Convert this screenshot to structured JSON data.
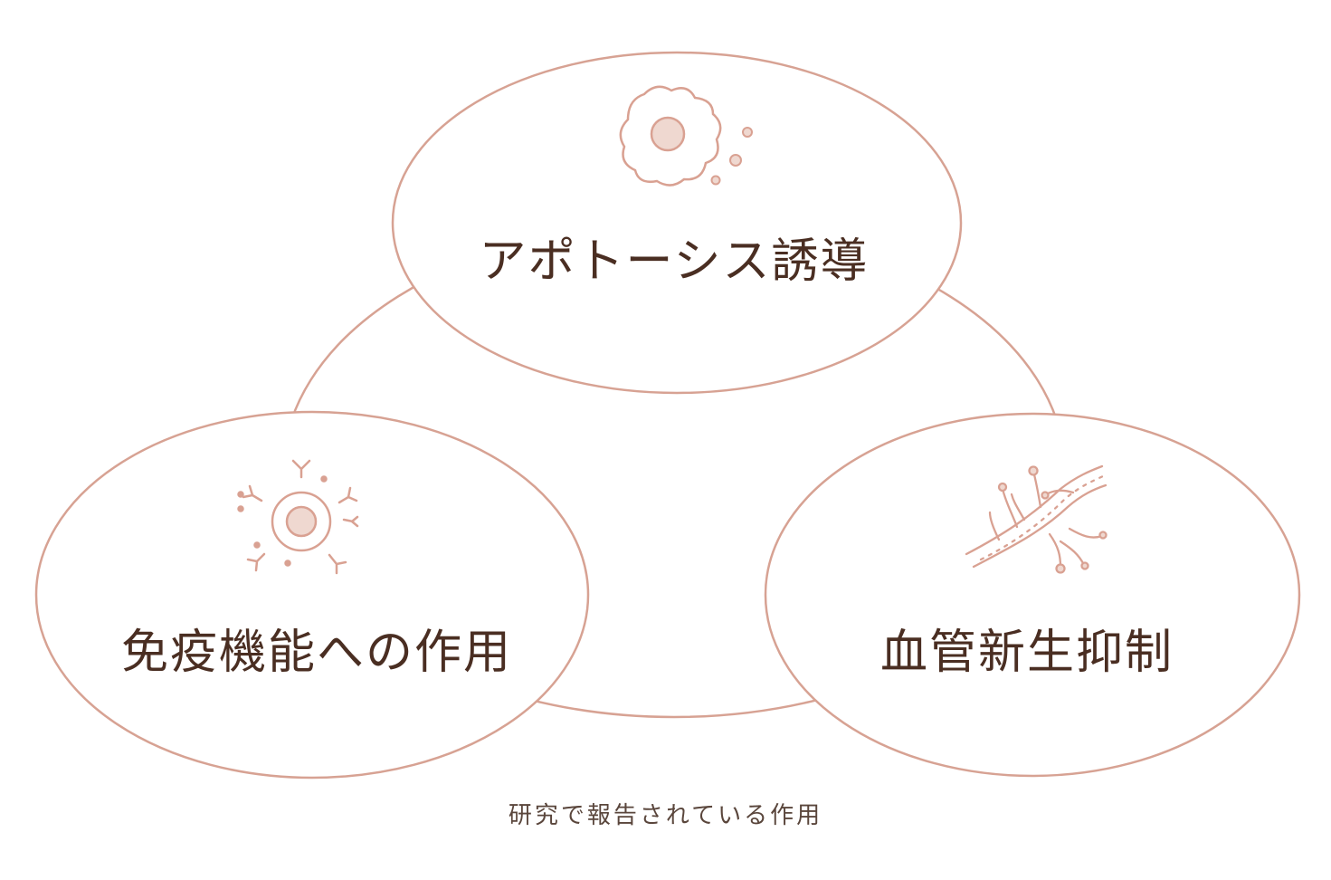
{
  "colors": {
    "outline": "#d7a293",
    "icon_stroke": "#d9a192",
    "icon_fill": "#efd8d0",
    "text": "#4a2e22",
    "caption": "#5a463c",
    "background": "#ffffff"
  },
  "bubbles": {
    "apoptosis": {
      "label": "アポトーシス誘導",
      "icon": "apoptotic-cell-icon"
    },
    "immune": {
      "label": "免疫機能への作用",
      "icon": "immune-cell-antibody-icon"
    },
    "angiogenesis": {
      "label": "血管新生抑制",
      "icon": "blood-vessel-icon"
    }
  },
  "caption": "研究で報告されている作用"
}
